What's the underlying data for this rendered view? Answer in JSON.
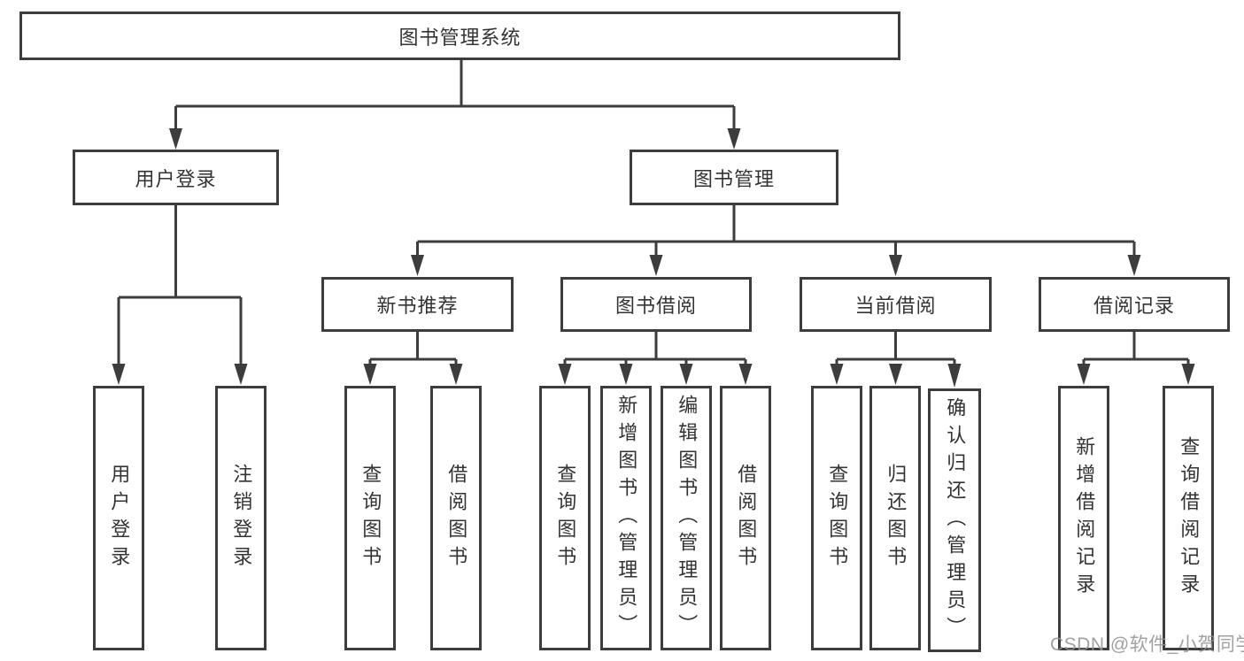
{
  "colors": {
    "background": "#ffffff",
    "line": "#3d3d3d",
    "box_border": "#3d3d3d",
    "text": "#333333",
    "watermark": "#919191"
  },
  "nodes": {
    "root": {
      "label": "图书管理系统"
    },
    "user_login": {
      "label": "用户登录"
    },
    "book_mgmt": {
      "label": "图书管理"
    },
    "new_books": {
      "label": "新书推荐"
    },
    "book_borrow": {
      "label": "图书借阅"
    },
    "current_borrow": {
      "label": "当前借阅"
    },
    "borrow_records": {
      "label": "借阅记录"
    },
    "leaf_user_login": {
      "label": "用户登录"
    },
    "leaf_logout": {
      "label": "注销登录"
    },
    "leaf_nb_query": {
      "label": "查询图书"
    },
    "leaf_nb_borrow": {
      "label": "借阅图书"
    },
    "leaf_bb_query": {
      "label": "查询图书"
    },
    "leaf_bb_add": {
      "label": "新增图书（管理员）"
    },
    "leaf_bb_edit": {
      "label": "编辑图书（管理员）"
    },
    "leaf_bb_borrow": {
      "label": "借阅图书"
    },
    "leaf_cb_query": {
      "label": "查询图书"
    },
    "leaf_cb_return": {
      "label": "归还图书"
    },
    "leaf_cb_confirm": {
      "label": "确认归还（管理员）"
    },
    "leaf_br_add": {
      "label": "新增借阅记录"
    },
    "leaf_br_query": {
      "label": "查询借阅记录"
    }
  },
  "hierarchy": {
    "root": [
      "user_login",
      "book_mgmt"
    ],
    "user_login": [
      "leaf_user_login",
      "leaf_logout"
    ],
    "book_mgmt": [
      "new_books",
      "book_borrow",
      "current_borrow",
      "borrow_records"
    ],
    "new_books": [
      "leaf_nb_query",
      "leaf_nb_borrow"
    ],
    "book_borrow": [
      "leaf_bb_query",
      "leaf_bb_add",
      "leaf_bb_edit",
      "leaf_bb_borrow"
    ],
    "current_borrow": [
      "leaf_cb_query",
      "leaf_cb_return",
      "leaf_cb_confirm"
    ],
    "borrow_records": [
      "leaf_br_add",
      "leaf_br_query"
    ]
  },
  "watermark": {
    "text": "CSDN @软件_小贺同学"
  }
}
